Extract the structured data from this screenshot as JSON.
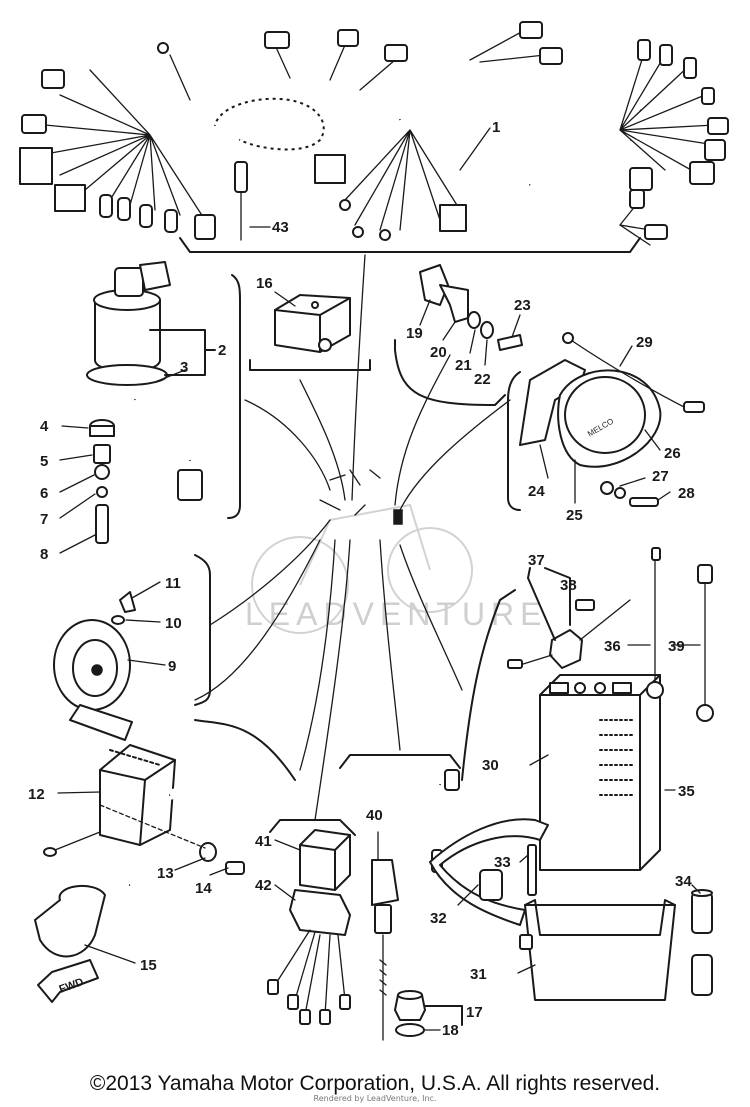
{
  "diagram": {
    "callouts": {
      "c1": "1",
      "c2": "2",
      "c3": "3",
      "c4": "4",
      "c5": "5",
      "c6": "6",
      "c7": "7",
      "c8": "8",
      "c9": "9",
      "c10": "10",
      "c11": "11",
      "c12": "12",
      "c13": "13",
      "c14": "14",
      "c15": "15",
      "c16": "16",
      "c17": "17",
      "c18": "18",
      "c19": "19",
      "c20": "20",
      "c21": "21",
      "c22": "22",
      "c23": "23",
      "c24": "24",
      "c25": "25",
      "c26": "26",
      "c27": "27",
      "c28": "28",
      "c29": "29",
      "c30": "30",
      "c31": "31",
      "c32": "32",
      "c33": "33",
      "c34": "34",
      "c35": "35",
      "c36": "36",
      "c37": "37",
      "c38": "38",
      "c39": "39",
      "c40": "40",
      "c41": "41",
      "c42": "42",
      "c43": "43"
    },
    "fwd_label": "FWD",
    "watermark": "LEADVENTURE"
  },
  "footer": {
    "copyright": "©2013 Yamaha Motor Corporation, U.S.A. All rights reserved.",
    "rendered_by": "Rendered by LeadVenture, Inc."
  }
}
